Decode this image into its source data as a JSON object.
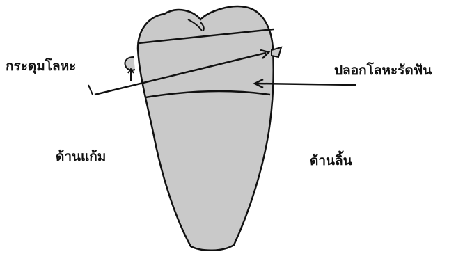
{
  "labels": {
    "clasp": "กระดุมโลหะ",
    "band": "ปลอกโลหะรัดฟัน",
    "buccal_side": "ด้านแก้ม",
    "lingual_side": "ด้านลิ้น"
  },
  "colors": {
    "tooth_fill": "#c9c9c9",
    "outline": "#111111",
    "background": "#ffffff"
  }
}
